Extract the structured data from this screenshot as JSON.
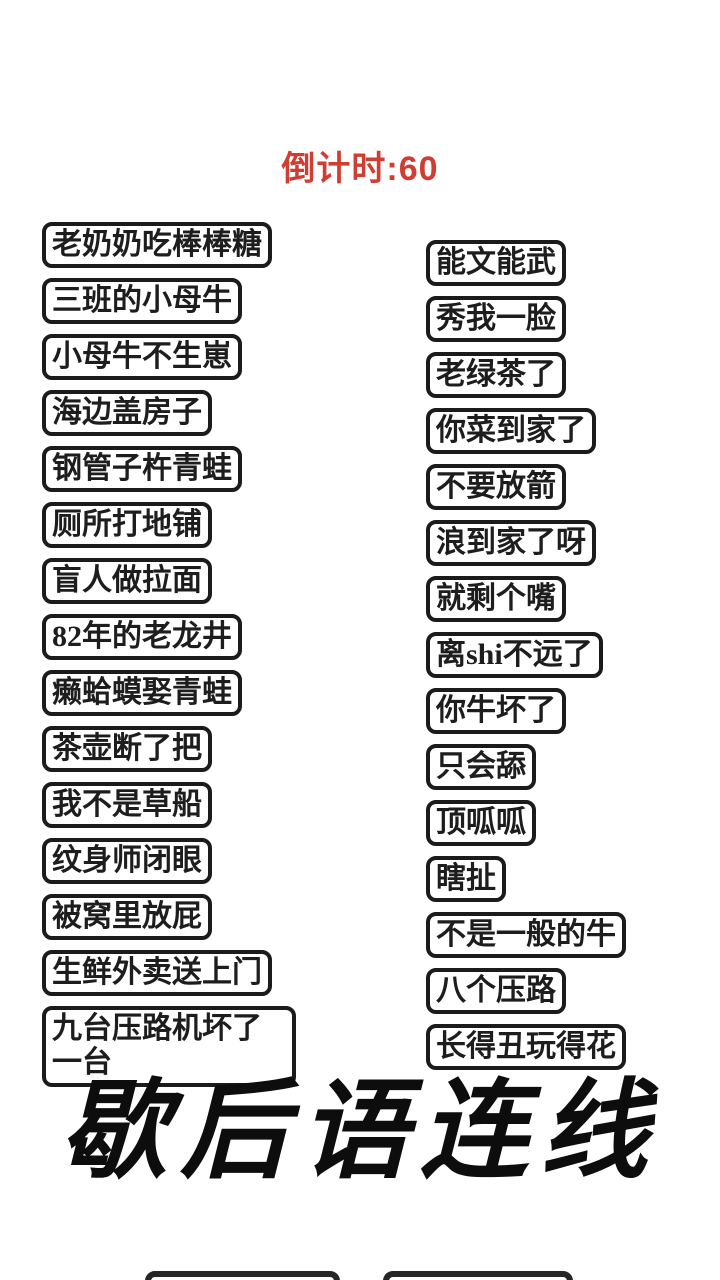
{
  "header": {
    "countdown": "倒计时:60"
  },
  "game": {
    "left_column": [
      "老奶奶吃棒棒糖",
      "三班的小母牛",
      "小母牛不生崽",
      "海边盖房子",
      "钢管子杵青蛙",
      "厕所打地铺",
      "盲人做拉面",
      "82年的老龙井",
      "癞蛤蟆娶青蛙",
      "茶壶断了把",
      "我不是草船",
      "纹身师闭眼",
      "被窝里放屁",
      "生鲜外卖送上门",
      "九台压路机坏了一台"
    ],
    "right_column": [
      "能文能武",
      "秀我一脸",
      "老绿茶了",
      "你菜到家了",
      "不要放箭",
      "浪到家了呀",
      "就剩个嘴",
      "离shi不远了",
      "你牛坏了",
      "只会舔",
      "顶呱呱",
      "瞎扯",
      "不是一般的牛",
      "八个压路",
      "长得丑玩得花"
    ]
  },
  "footer": {
    "title": "歇后语连线"
  },
  "colors": {
    "background": "#ffffff",
    "countdown_red": "#cf3d33",
    "tile_border": "#1b1b1b",
    "tile_text": "#1d1d1d",
    "title_black": "#0d0d0d"
  }
}
